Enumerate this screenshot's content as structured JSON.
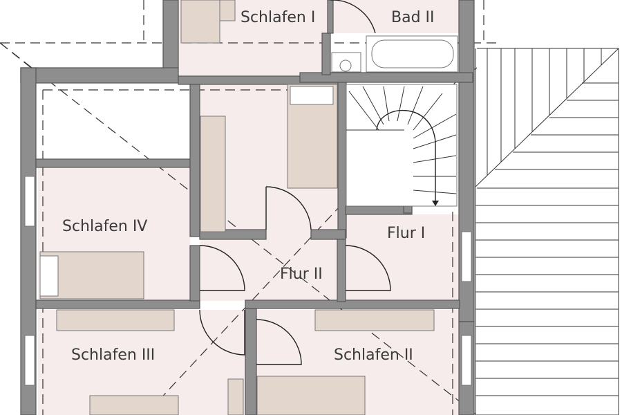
{
  "rooms": {
    "schlafen_1": "Schlafen I",
    "bad_2": "Bad II",
    "schlafen_4": "Schlafen IV",
    "flur_1": "Flur I",
    "flur_2": "Flur II",
    "schlafen_3": "Schlafen III",
    "schlafen_2": "Schlafen II"
  },
  "colors": {
    "wall": "#8e8e8e",
    "floor": "#f6ecec",
    "furniture": "#e3d6cc"
  }
}
